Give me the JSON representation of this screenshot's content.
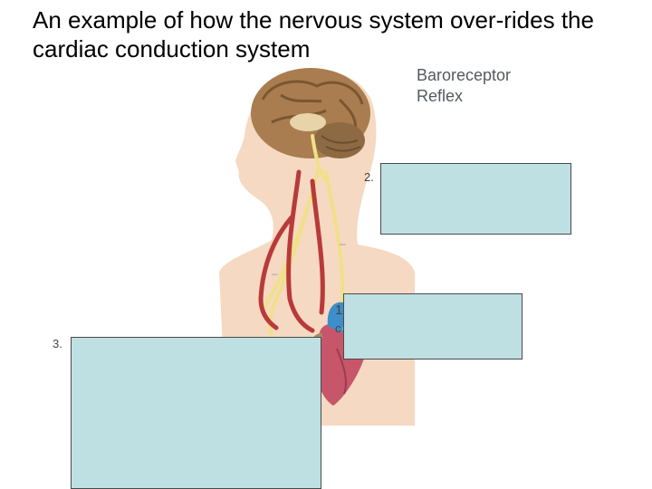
{
  "slide": {
    "title": "An example of how the nervous system over-rides the cardiac conduction system"
  },
  "figure": {
    "title_line1": "Baroreceptor",
    "title_line2": "Reflex"
  },
  "steps": {
    "step1": "1",
    "step1_fragment": "c",
    "step2": "2.",
    "step3": "3."
  },
  "colors": {
    "answer_box": "#bfe0e3",
    "skin": "#f6d9c2",
    "nerve": "#f0e08a",
    "artery": "#b83a3a",
    "heart": "#c7566a"
  },
  "icons": [
    "brain-icon",
    "heart-icon"
  ]
}
